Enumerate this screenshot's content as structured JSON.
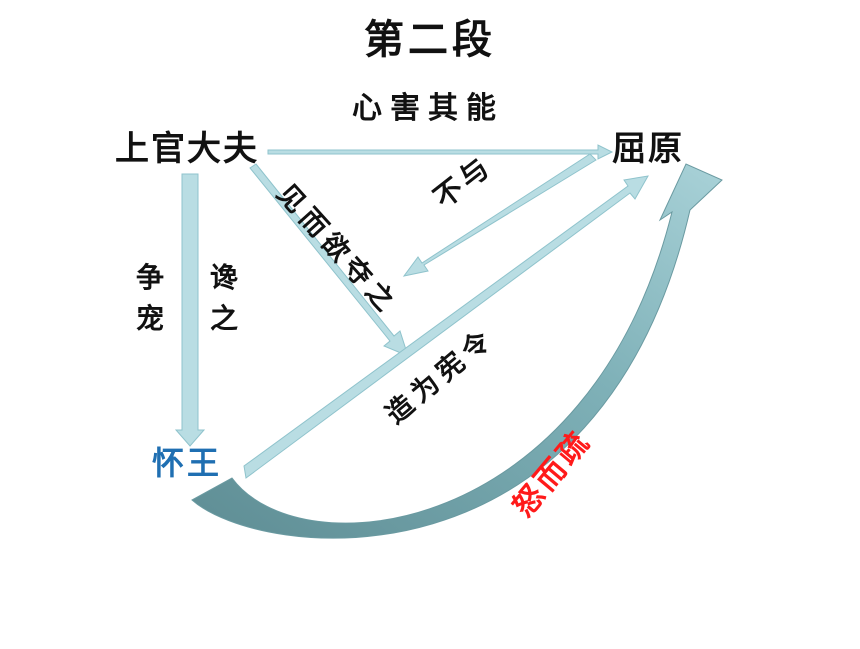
{
  "title": "第二段",
  "nodes": {
    "shangguan": "上官大夫",
    "quyuan": "屈原",
    "huaiwang": "怀王"
  },
  "labels": {
    "xinhai": "心害其能",
    "zhengchong": "争宠",
    "chanzhi": "谗之",
    "jianer": "见而欲夺之",
    "buyu": "不与",
    "zaowei": "造为宪令",
    "nuer": "怒而疏"
  },
  "colors": {
    "arrow_fill": "#b9dde3",
    "arrow_stroke": "#8fc3cc",
    "curve_fill": "#7fb1b8",
    "curve_dark": "#5b8c94",
    "huaiwang_text": "#1f6fb2",
    "nuer_text": "#ff1a1a"
  }
}
